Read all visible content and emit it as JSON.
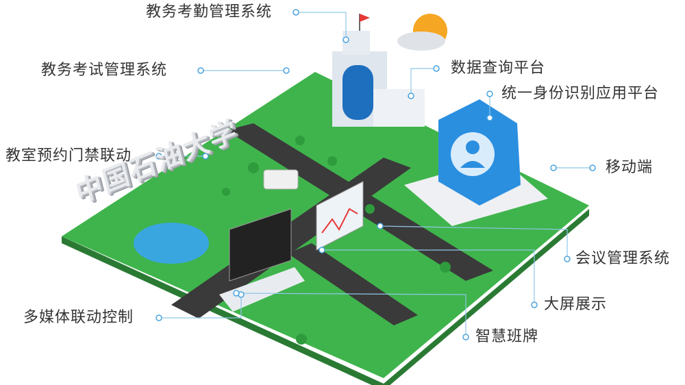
{
  "labels": {
    "attendance": "教务考勤管理系统",
    "exam": "教务考试管理系统",
    "data_query": "数据查询平台",
    "identity": "统一身份识别应用平台",
    "classroom": "教室预约门禁联动",
    "mobile": "移动端",
    "meeting": "会议管理系统",
    "big_screen": "大屏展示",
    "multimedia": "多媒体联动控制",
    "class_board": "智慧班牌"
  },
  "campus_sign": "中国石油大学",
  "colors": {
    "grass": "#3fb44c",
    "grass_edge": "#2a7a34",
    "road": "#3a3a3a",
    "accent_blue": "#2b8fe0",
    "leader_line": "#8fc6e8"
  }
}
